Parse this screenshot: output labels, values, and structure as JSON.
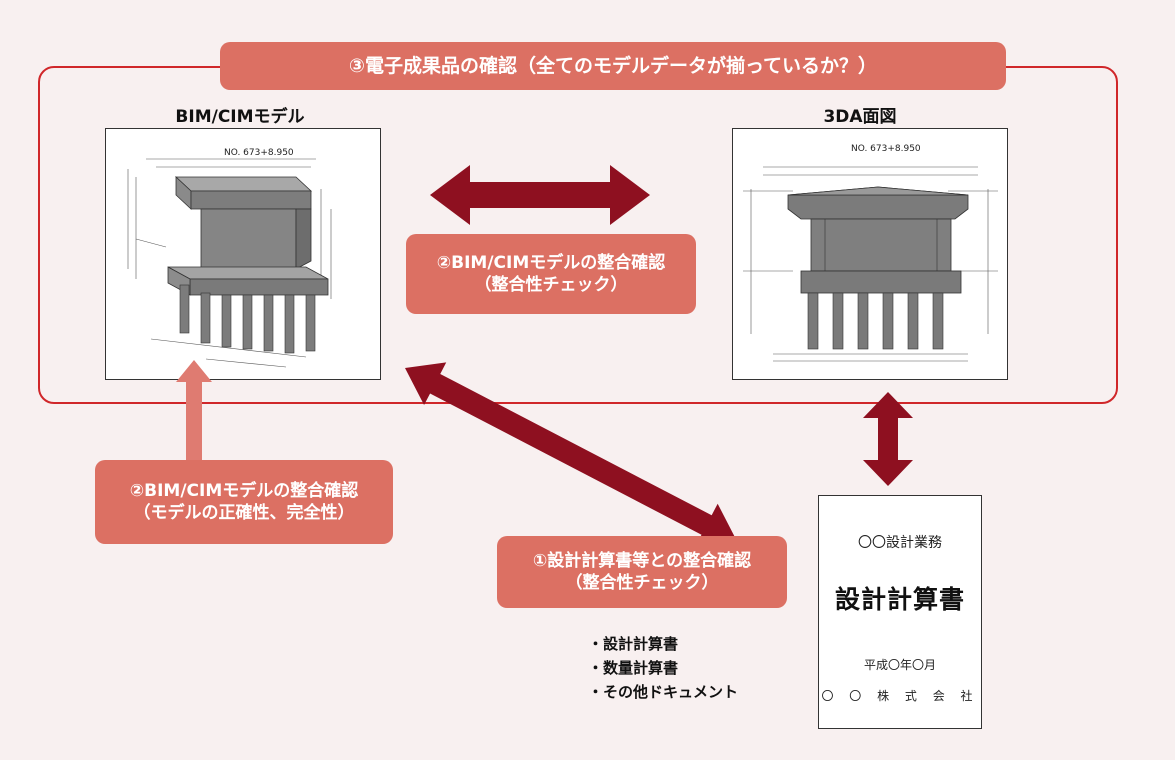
{
  "banner": {
    "label": "③電子成果品の確認（全てのモデルデータが揃っているか？）"
  },
  "left_panel": {
    "title": "BIM/CIMモデル",
    "drawing_label": "NO. 673+8.950"
  },
  "right_panel": {
    "title": "3DA面図",
    "drawing_label": "NO. 673+8.950"
  },
  "middle_pill": {
    "line1": "②BIM/CIMモデルの整合確認",
    "line2": "（整合性チェック）"
  },
  "left_pill": {
    "line1": "②BIM/CIMモデルの整合確認",
    "line2": "（モデルの正確性、完全性）"
  },
  "bottom_pill": {
    "line1": "①設計計算書等との整合確認",
    "line2": "（整合性チェック）"
  },
  "document": {
    "title": "〇〇設計業務",
    "main": "設計計算書",
    "date": "平成〇年〇月",
    "company": "〇 〇 株 式 会 社"
  },
  "doc_list": [
    "・設計計算書",
    "・数量計算書",
    "・その他ドキュメント"
  ],
  "colors": {
    "frame": "#d0272a",
    "pill": "#dc7063",
    "arrow_dark": "#8e1020",
    "arrow_light": "#df7b71"
  }
}
